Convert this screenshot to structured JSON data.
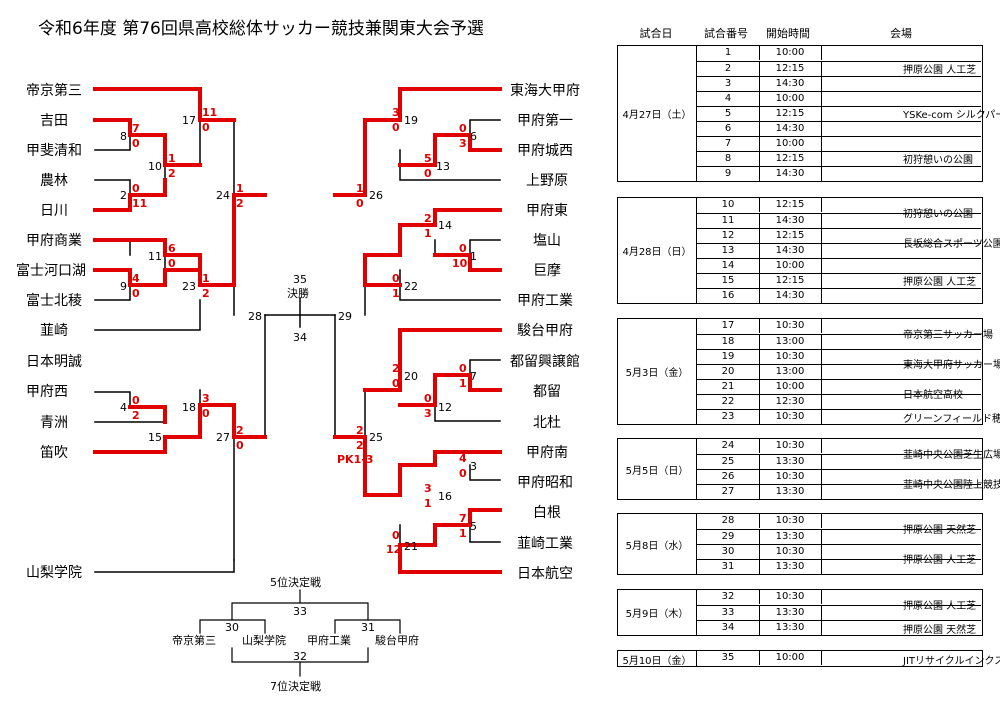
{
  "title": "令和6年度 第76回県高校総体サッカー競技兼関東大会予選",
  "left_teams": [
    "帝京第三",
    "吉田",
    "甲斐清和",
    "農林",
    "日川",
    "甲府商業",
    "富士河口湖",
    "富士北稜",
    "韮崎",
    "日本明誠",
    "甲府西",
    "青洲",
    "笛吹",
    "山梨学院"
  ],
  "right_teams": [
    "東海大甲府",
    "甲府第一",
    "甲府城西",
    "上野原",
    "甲府東",
    "塩山",
    "巨摩",
    "甲府工業",
    "駿台甲府",
    "都留興譲館",
    "都留",
    "北杜",
    "甲府南",
    "甲府昭和",
    "白根",
    "韮崎工業",
    "日本航空"
  ],
  "match_numbers": [
    "8",
    "10",
    "17",
    "2",
    "11",
    "9",
    "23",
    "24",
    "4",
    "18",
    "15",
    "27",
    "28",
    "35",
    "34",
    "29",
    "19",
    "6",
    "13",
    "26",
    "14",
    "1",
    "22",
    "20",
    "7",
    "12",
    "25",
    "3",
    "16",
    "5",
    "21"
  ],
  "final_label": "決勝",
  "pk_label": "PK1-3",
  "scores": [
    "11",
    "0",
    "7",
    "0",
    "1",
    "2",
    "0",
    "11",
    "1",
    "2",
    "6",
    "0",
    "4",
    "0",
    "1",
    "2",
    "3",
    "0",
    "0",
    "2",
    "2",
    "0",
    "3",
    "0",
    "5",
    "0",
    "0",
    "3",
    "1",
    "0",
    "2",
    "1",
    "0",
    "10",
    "0",
    "1",
    "2",
    "0",
    "0",
    "3",
    "0",
    "1",
    "2",
    "2",
    "4",
    "0",
    "3",
    "1",
    "7",
    "1",
    "0",
    "12"
  ],
  "placement": {
    "fifth_label": "5位決定戦",
    "seventh_label": "7位決定戦",
    "num_33": "33",
    "num_30": "30",
    "num_31": "31",
    "num_32": "32",
    "teams": [
      "帝京第三",
      "山梨学院",
      "甲府工業",
      "駿台甲府"
    ]
  },
  "schedule": {
    "headers": [
      "試合日",
      "試合番号",
      "開始時間",
      "会場"
    ],
    "blocks": [
      {
        "date": "4月27日（土）",
        "rows": [
          [
            "1",
            "10:00"
          ],
          [
            "2",
            "12:15"
          ],
          [
            "3",
            "14:30"
          ],
          [
            "4",
            "10:00"
          ],
          [
            "5",
            "12:15"
          ],
          [
            "6",
            "14:30"
          ],
          [
            "7",
            "10:00"
          ],
          [
            "8",
            "12:15"
          ],
          [
            "9",
            "14:30"
          ]
        ],
        "venues": [
          "押原公園 人工芝",
          "YSKe-com シルクパーク",
          "初狩憩いの公園"
        ]
      },
      {
        "date": "4月28日（日）",
        "rows": [
          [
            "10",
            "12:15"
          ],
          [
            "11",
            "14:30"
          ],
          [
            "12",
            "12:15"
          ],
          [
            "13",
            "14:30"
          ],
          [
            "14",
            "10:00"
          ],
          [
            "15",
            "12:15"
          ],
          [
            "16",
            "14:30"
          ]
        ],
        "venues": [
          "初狩憩いの公園",
          "長坂総合スポーツ公園",
          "押原公園 人工芝"
        ]
      },
      {
        "date": "5月3日（金）",
        "rows": [
          [
            "17",
            "10:30"
          ],
          [
            "18",
            "13:00"
          ],
          [
            "19",
            "10:30"
          ],
          [
            "20",
            "13:00"
          ],
          [
            "21",
            "10:00"
          ],
          [
            "22",
            "12:30"
          ],
          [
            "23",
            "10:30"
          ]
        ],
        "venues": [
          "帝京第三サッカー場",
          "東海大甲府サッカー場",
          "日本航空高校",
          "グリーンフィールド穂坂"
        ]
      },
      {
        "date": "5月5日（日）",
        "rows": [
          [
            "24",
            "10:30"
          ],
          [
            "25",
            "13:30"
          ],
          [
            "26",
            "10:30"
          ],
          [
            "27",
            "13:30"
          ]
        ],
        "venues": [
          "韮崎中央公園芝生広場",
          "韮崎中央公園陸上競技場"
        ]
      },
      {
        "date": "5月8日（水）",
        "rows": [
          [
            "28",
            "10:30"
          ],
          [
            "29",
            "13:30"
          ],
          [
            "30",
            "10:30"
          ],
          [
            "31",
            "13:30"
          ]
        ],
        "venues": [
          "押原公園 天然芝",
          "押原公園 人工芝"
        ]
      },
      {
        "date": "5月9日（木）",
        "rows": [
          [
            "32",
            "10:30"
          ],
          [
            "33",
            "13:30"
          ],
          [
            "34",
            "13:30"
          ]
        ],
        "venues": [
          "押原公園 人工芝",
          "押原公園 天然芝"
        ]
      },
      {
        "date": "5月10日（金）",
        "rows": [
          [
            "35",
            "10:00"
          ]
        ],
        "venues": [
          "JITリサイクルインクスタジアム"
        ]
      }
    ]
  }
}
